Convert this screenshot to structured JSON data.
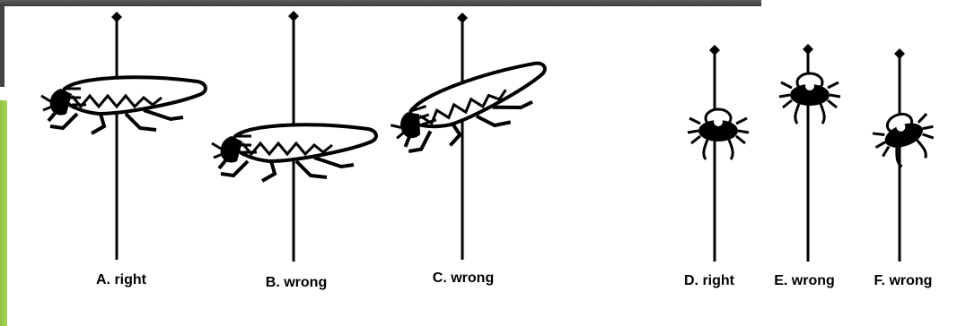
{
  "panels": [
    {
      "id": "A",
      "label": "A. right"
    },
    {
      "id": "B",
      "label": "B. wrong"
    },
    {
      "id": "C",
      "label": "C. wrong"
    },
    {
      "id": "D",
      "label": "D. right"
    },
    {
      "id": "E",
      "label": "E. wrong"
    },
    {
      "id": "F",
      "label": "F. wrong"
    }
  ]
}
